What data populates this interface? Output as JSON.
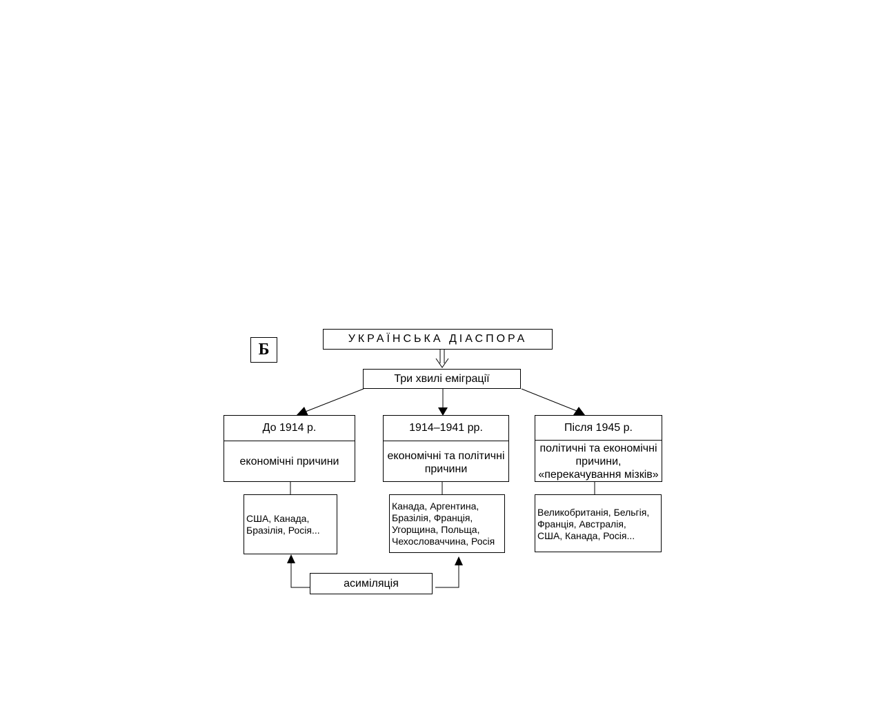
{
  "diagram": {
    "letter": "Б",
    "title": "УКРАЇНСЬКА ДІАСПОРА",
    "waves": "Три хвилі еміграції",
    "periods": [
      {
        "period": "До 1914 р.",
        "reasons": "економічні причини",
        "countries": "США, Канада,\nБразілія, Росія..."
      },
      {
        "period": "1914–1941 рр.",
        "reasons": "економічні та політичні причини",
        "countries": "Канада, Аргентина,\nБразілія, Франція,\nУгорщина, Польща,\nЧехословаччина, Росія"
      },
      {
        "period": "Після 1945 р.",
        "reasons": "політичні та економічні причини, «перекачування мізків»",
        "countries": "Великобританія, Бельгія,\nФранція,  Австралія,\nСША, Канада, Росія..."
      }
    ],
    "assimilation": "асиміляція"
  }
}
